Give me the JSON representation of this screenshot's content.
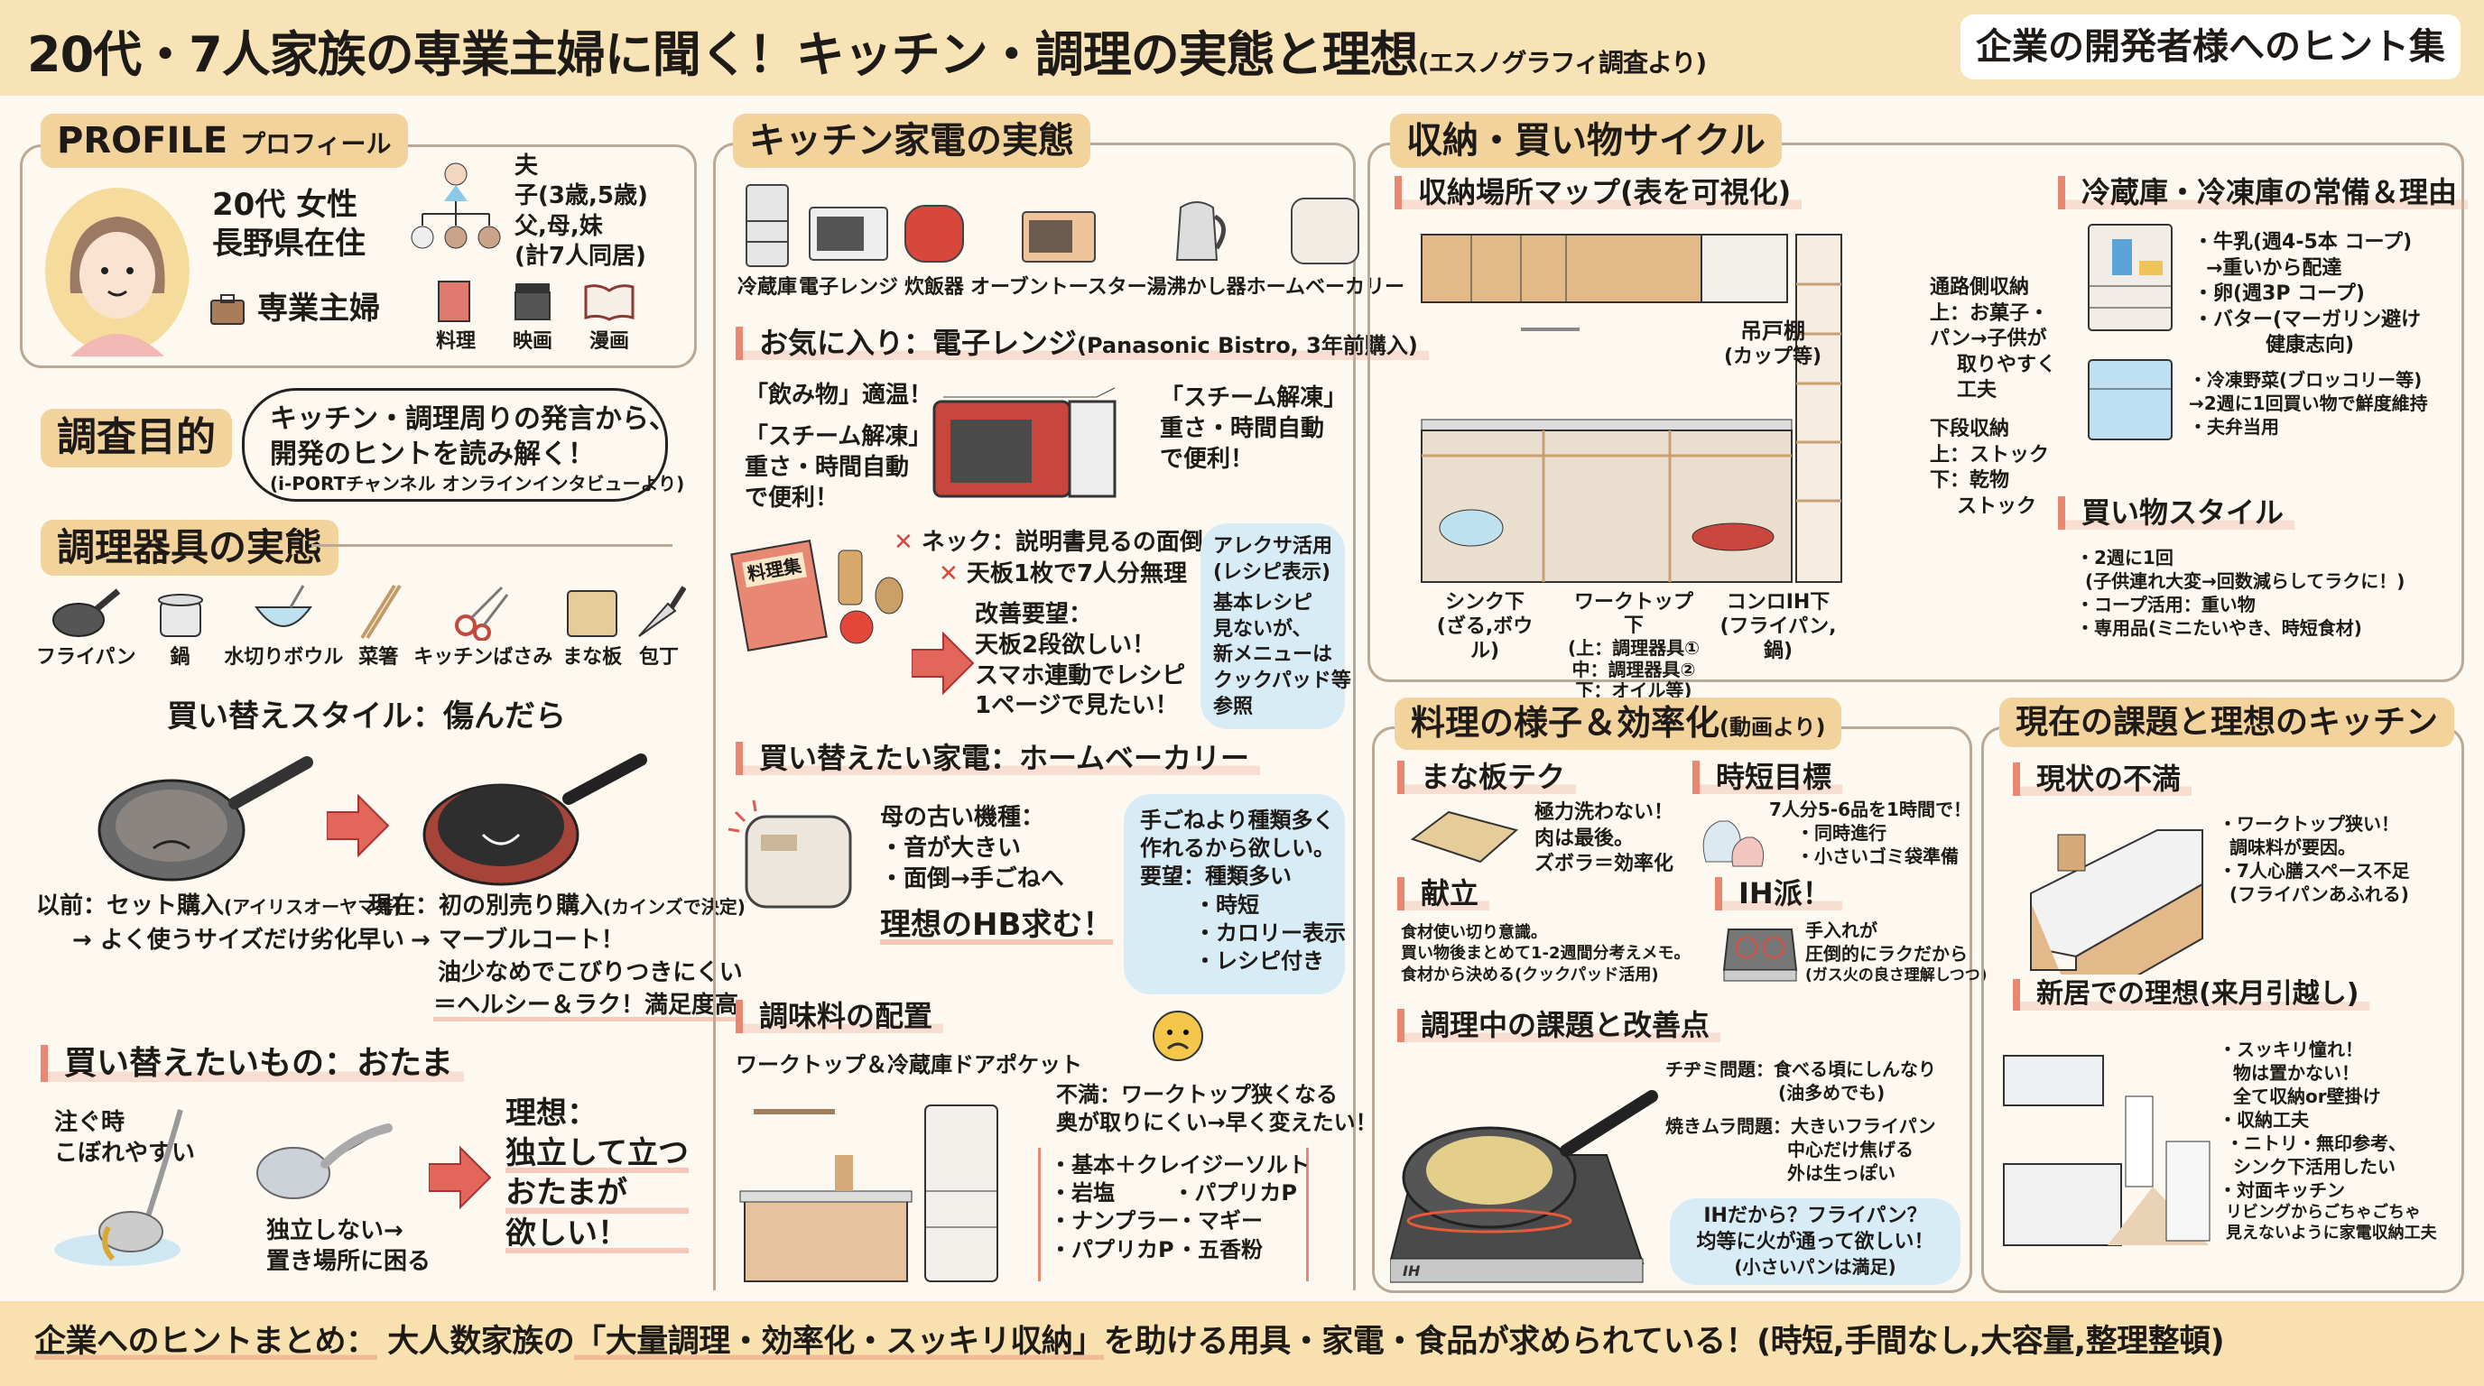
{
  "header": {
    "title": "20代・7人家族の専業主婦に聞く！キッチン・調理の実態と理想",
    "title_note": "(エスノグラフィ調査より)",
    "hint_box": "企業の開発者様へのヒント集"
  },
  "profile": {
    "tag": "PROFILE",
    "tag_sub": "プロフィール",
    "age_gender": "20代 女性",
    "residence": "長野県在住",
    "occupation": "専業主婦",
    "family": [
      "夫",
      "子(3歳,5歳)",
      "父,母,妹",
      "(計7人同居)"
    ],
    "hobbies": [
      "料理",
      "映画",
      "漫画"
    ]
  },
  "purpose": {
    "tag": "調査目的",
    "line1": "キッチン・調理周りの発言から、",
    "line2": "開発のヒントを読み解く！",
    "source": "(i-PORTチャンネル オンラインインタビューより)"
  },
  "tools": {
    "tag": "調理器具の実態",
    "items": [
      "フライパン",
      "鍋",
      "水切りボウル",
      "菜箸",
      "キッチンばさみ",
      "まな板",
      "包丁"
    ],
    "style_title": "買い替えスタイル：傷んだら",
    "before": {
      "label": "以前：セット購入",
      "note": "(アイリスオーヤマ等)",
      "detail": "→ よく使うサイズだけ劣化早い"
    },
    "now": {
      "label": "現在：初の別売り購入",
      "note": "(カインズで決定)",
      "detail1": "→ マーブルコート！",
      "detail2": "油少なめでこびりつきにくい",
      "detail3": "＝ヘルシー＆ラク！満足度高"
    }
  },
  "ladle": {
    "title": "買い替えたいもの：おたま",
    "problem1": "注ぐ時\nこぼれやすい",
    "problem1_a": "注ぐ時",
    "problem1_b": "こぼれやすい",
    "problem2_a": "独立しない→",
    "problem2_b": "置き場所に困る",
    "ideal": [
      "理想：",
      "独立して立つ",
      "おたまが",
      "欲しい！"
    ]
  },
  "appliances": {
    "tag": "キッチン家電の実態",
    "items": [
      "冷蔵庫",
      "電子レンジ",
      "炊飯器",
      "オーブントースター",
      "湯沸かし器",
      "ホームベーカリー"
    ],
    "favorite_title": "お気に入り：電子レンジ",
    "favorite_note": "(Panasonic Bistro, 3年前購入)",
    "fav_left1": "「飲み物」適温！",
    "fav_left2": [
      "「スチーム解凍」",
      "重さ・時間自動",
      "で便利！"
    ],
    "fav_right": [
      "「スチーム解凍」",
      "重さ・時間自動",
      "で便利！"
    ],
    "book_label": "料理集",
    "neck1": "ネック：説明書見るの面倒",
    "neck2": "天板1枚で7人分無理",
    "request": [
      "改善要望：",
      "天板2段欲しい！",
      "スマホ連動でレシピ",
      "1ページで見たい！"
    ],
    "alexa": [
      "アレクサ活用",
      "(レシピ表示)",
      "基本レシピ",
      "見ないが、",
      "新メニューは",
      "クックパッド等",
      "参照"
    ]
  },
  "bakery": {
    "title": "買い替えたい家電：ホームベーカリー",
    "old": [
      "母の古い機種：",
      "・音が大きい",
      "・面倒→手ごねへ"
    ],
    "ideal": "理想のHB求む！",
    "bubble": [
      "手ごねより種類多く",
      "作れるから欲しい。",
      "要望：種類多い",
      "・時短",
      "・カロリー表示",
      "・レシピ付き"
    ]
  },
  "seasoning": {
    "title": "調味料の配置",
    "subtitle": "ワークトップ＆冷蔵庫ドアポケット",
    "complaint": [
      "不満：ワークトップ狭くなる",
      "奥が取りにくい→早く変えたい！"
    ],
    "list_left": [
      "・基本＋クレイジーソルト",
      "・岩塩",
      "・ナンプラー",
      "・パプリカP"
    ],
    "list_right": [
      "・パプリカP",
      "・マギー",
      "・五香粉"
    ]
  },
  "storage": {
    "tag": "収納・買い物サイクル",
    "map_title": "収納場所マップ(表を可視化)",
    "wall_cabinet": [
      "吊戸棚",
      "(カップ等)"
    ],
    "aisle": [
      "通路側収納",
      "上：お菓子・",
      "パン→子供が",
      "取りやすく",
      "工夫"
    ],
    "lower": [
      "下段収納",
      "上：ストック",
      "下：乾物",
      "ストック"
    ],
    "sink": [
      "シンク下",
      "(ざる,ボウル)"
    ],
    "worktop": [
      "ワークトップ下",
      "(上：調理器具①",
      "中：調理器具②",
      "下：オイル等)"
    ],
    "stove": [
      "コンロIH下",
      "(フライパン,鍋)"
    ],
    "fridge_title": "冷蔵庫・冷凍庫の常備＆理由",
    "fridge_items": [
      "・牛乳(週4-5本 コープ)",
      "→重いから配達",
      "・卵(週3P コープ)",
      "・バター(マーガリン避け",
      "健康志向)"
    ],
    "freezer_items": [
      "・冷凍野菜(ブロッコリー等)",
      "→2週に1回買い物で鮮度維持",
      "・夫弁当用"
    ],
    "shopping_title": "買い物スタイル",
    "shopping_items": [
      "・2週に1回",
      "(子供連れ大変→回数減らしてラクに！)",
      "・コープ活用：重い物",
      "・専用品(ミニたいやき、時短食材)"
    ]
  },
  "cooking": {
    "tag": "料理の様子＆効率化",
    "tag_note": "(動画より)",
    "board_title": "まな板テク",
    "board_text": [
      "極力洗わない！",
      "肉は最後。",
      "ズボラ＝効率化"
    ],
    "time_title": "時短目標",
    "time_text": [
      "7人分5-6品を1時間で！",
      "・同時進行",
      "・小さいゴミ袋準備"
    ],
    "menu_title": "献立",
    "menu_text": [
      "食材使い切り意識。",
      "買い物後まとめて1-2週間分考えメモ。",
      "食材から決める(クックパッド活用)"
    ],
    "ih_title": "IH派！",
    "ih_text": [
      "手入れが",
      "圧倒的にラクだから",
      "(ガス火の良さ理解しつつ)"
    ],
    "issues_title": "調理中の課題と改善点",
    "issue1": [
      "チヂミ問題：食べる頃にしんなり",
      "(油多めでも)"
    ],
    "issue2": [
      "焼きムラ問題：大きいフライパン",
      "中心だけ焦げる",
      "外は生っぽい"
    ],
    "bubble": [
      "IHだから？フライパン？",
      "均等に火が通って欲しい！",
      "(小さいパンは満足)"
    ],
    "ih_label": "IH"
  },
  "ideal": {
    "tag": "現在の課題と理想のキッチン",
    "current_title": "現状の不満",
    "current": [
      "・ワークトップ狭い！",
      "調味料が要因。",
      "・7人心膳スペース不足",
      "(フライパンあふれる)"
    ],
    "new_title": "新居での理想(来月引越し)",
    "new": [
      "・スッキリ憧れ！",
      "物は置かない！",
      "全て収納or壁掛け",
      "・収納工夫",
      "・ニトリ・無印参考、",
      "シンク下活用したい",
      "・対面キッチン",
      "リビングからごちゃごちゃ",
      "見えないように家電収納工夫"
    ]
  },
  "footer": {
    "label": "企業へのヒントまとめ：",
    "text_a": "大人数家族の",
    "highlight": "「大量調理・効率化・スッキリ収納」",
    "text_b": "を助ける用具・家電・食品が求められている！(時短,手間なし,大容量,整理整頓)"
  },
  "colors": {
    "header_bg": "#f8e3b6",
    "tag_bg": "#f3d39c",
    "accent_red": "#e88873",
    "bubble_blue": "#d8ecf6",
    "panel_border": "#b9a996"
  }
}
